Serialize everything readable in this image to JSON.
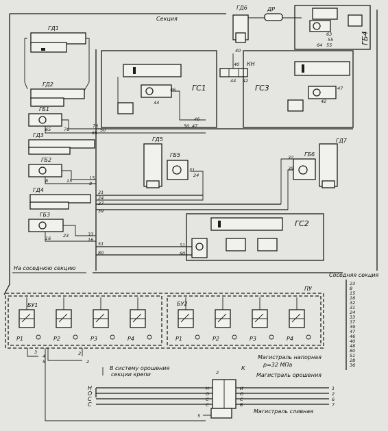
{
  "title": "Секция",
  "devices": {
    "gd1": "ГД1",
    "gd2": "ГД2",
    "gd3": "ГД3",
    "gd4": "ГД4",
    "gd5": "ГД5",
    "gd6": "ГД6",
    "gd7": "ГД7",
    "gb1": "ГБ1",
    "gb2": "ГБ2",
    "gb3": "ГБ3",
    "gb4": "ГБ4",
    "gb5": "ГБ5",
    "gb6": "ГБ6",
    "gs1": "ГС1",
    "gs2": "ГС2",
    "gs3": "ГС3",
    "dr": "ДР",
    "kn": "КН",
    "bu1": "БУ1",
    "bu2": "БУ2",
    "pu": "ПУ"
  },
  "valves": [
    "Р1",
    "Р2",
    "Р3",
    "Р4",
    "Р1",
    "Р2",
    "Р3",
    "Р4"
  ],
  "labels": {
    "to_adjacent_left": "На соседнюю секцию",
    "adjacent_right": "Соседняя секция",
    "crane_system": [
      "В систему орошения",
      "секции крепи"
    ],
    "pressure_main": "Магистраль напорная",
    "pressure_value": "p=32 МПа",
    "drain_main": "Магистраль орошения",
    "return_main": "Магистраль сливная",
    "k": "К"
  },
  "port_numbers": {
    "n40": "40",
    "n44": "44",
    "n42": "42",
    "n46": "46",
    "n47": "47",
    "n50": "50",
    "n48": "48",
    "n64": "64",
    "n65": "65",
    "n63": "63",
    "n55": "55",
    "n76": "76",
    "n13": "13",
    "n8": "8",
    "n15": "15",
    "n16": "16",
    "n23": "23",
    "n33": "33",
    "n31": "31",
    "n24": "24",
    "n37": "37",
    "n39": "39",
    "n32": "32",
    "n51": "51",
    "n80": "80",
    "n3": "3",
    "n4": "4",
    "n5": "5",
    "n2": "2",
    "n1": "1",
    "n6": "6",
    "n7": "7",
    "n30": "30"
  },
  "right_column_numbers": [
    "23",
    "8",
    "15",
    "16",
    "32",
    "31",
    "24",
    "33",
    "37",
    "39",
    "47",
    "46",
    "40",
    "48",
    "80",
    "51",
    "28",
    "36"
  ],
  "main_lines": [
    {
      "code": "Н",
      "num": "1"
    },
    {
      "code": "О",
      "num": "2"
    },
    {
      "code": "С",
      "num": "6"
    },
    {
      "code": "С",
      "num": "7"
    }
  ],
  "main_right_codes": [
    "И",
    "О",
    "С",
    "Б"
  ]
}
